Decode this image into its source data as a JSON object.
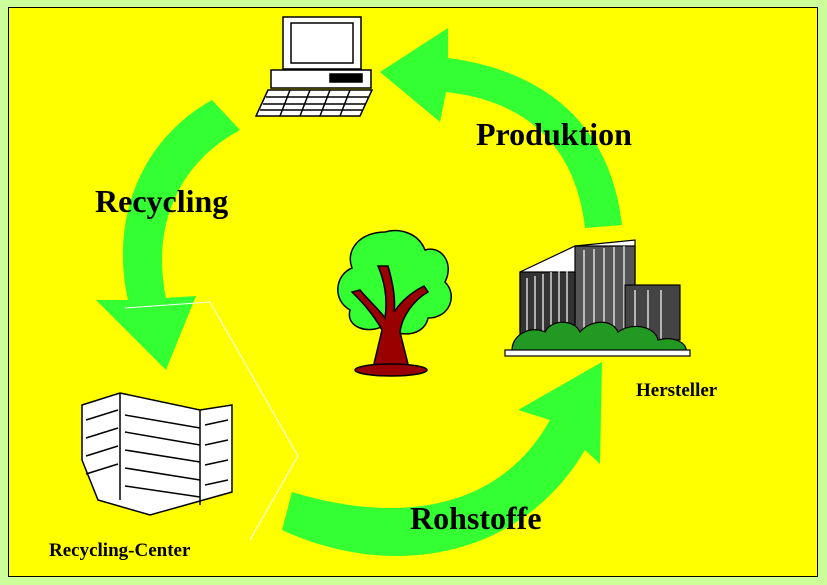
{
  "diagram": {
    "colors": {
      "background_outer": "#ccff99",
      "background_panel": "#ffff00",
      "arrow": "#33ff33",
      "tree_foliage": "#33ff33",
      "tree_trunk": "#990000"
    },
    "cycle_labels": {
      "production": "Produktion",
      "recycling": "Recycling",
      "raw_materials": "Rohstoffe"
    },
    "nodes": {
      "manufacturer": "Hersteller",
      "recycling_center": "Recycling-Center"
    },
    "icons": [
      "computer-icon",
      "factory-icon",
      "tree-icon",
      "recycling-center-building-icon"
    ]
  }
}
